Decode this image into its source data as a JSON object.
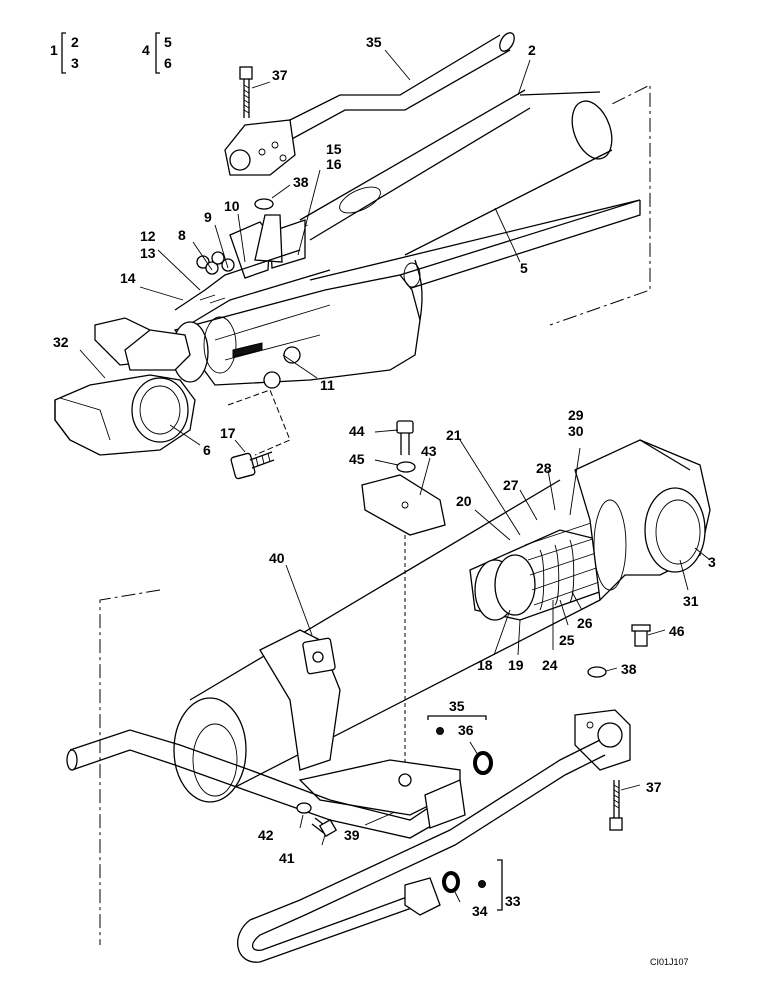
{
  "group_brackets": {
    "g1": {
      "main": "1",
      "sub": [
        "2",
        "3"
      ]
    },
    "g2": {
      "main": "4",
      "sub": [
        "5",
        "6"
      ]
    }
  },
  "callouts": {
    "c35_top": "35",
    "c2": "2",
    "c37_top": "37",
    "c15": "15",
    "c16": "16",
    "c38_top": "38",
    "c10": "10",
    "c9": "9",
    "c8": "8",
    "c12": "12",
    "c13": "13",
    "c14": "14",
    "c5": "5",
    "c32": "32",
    "c11": "11",
    "c6": "6",
    "c17": "17",
    "c44": "44",
    "c45": "45",
    "c43": "43",
    "c21": "21",
    "c29": "29",
    "c30": "30",
    "c28": "28",
    "c27": "27",
    "c20": "20",
    "c3": "3",
    "c31": "31",
    "c40": "40",
    "c46": "46",
    "c26": "26",
    "c25": "25",
    "c24": "24",
    "c18": "18",
    "c19": "19",
    "c38_bot": "38",
    "c35_bot": "35",
    "c36": "36",
    "c37_bot": "37",
    "c42": "42",
    "c41": "41",
    "c39": "39",
    "c34": "34",
    "c33": "33"
  },
  "reference_code": "CI01J107"
}
